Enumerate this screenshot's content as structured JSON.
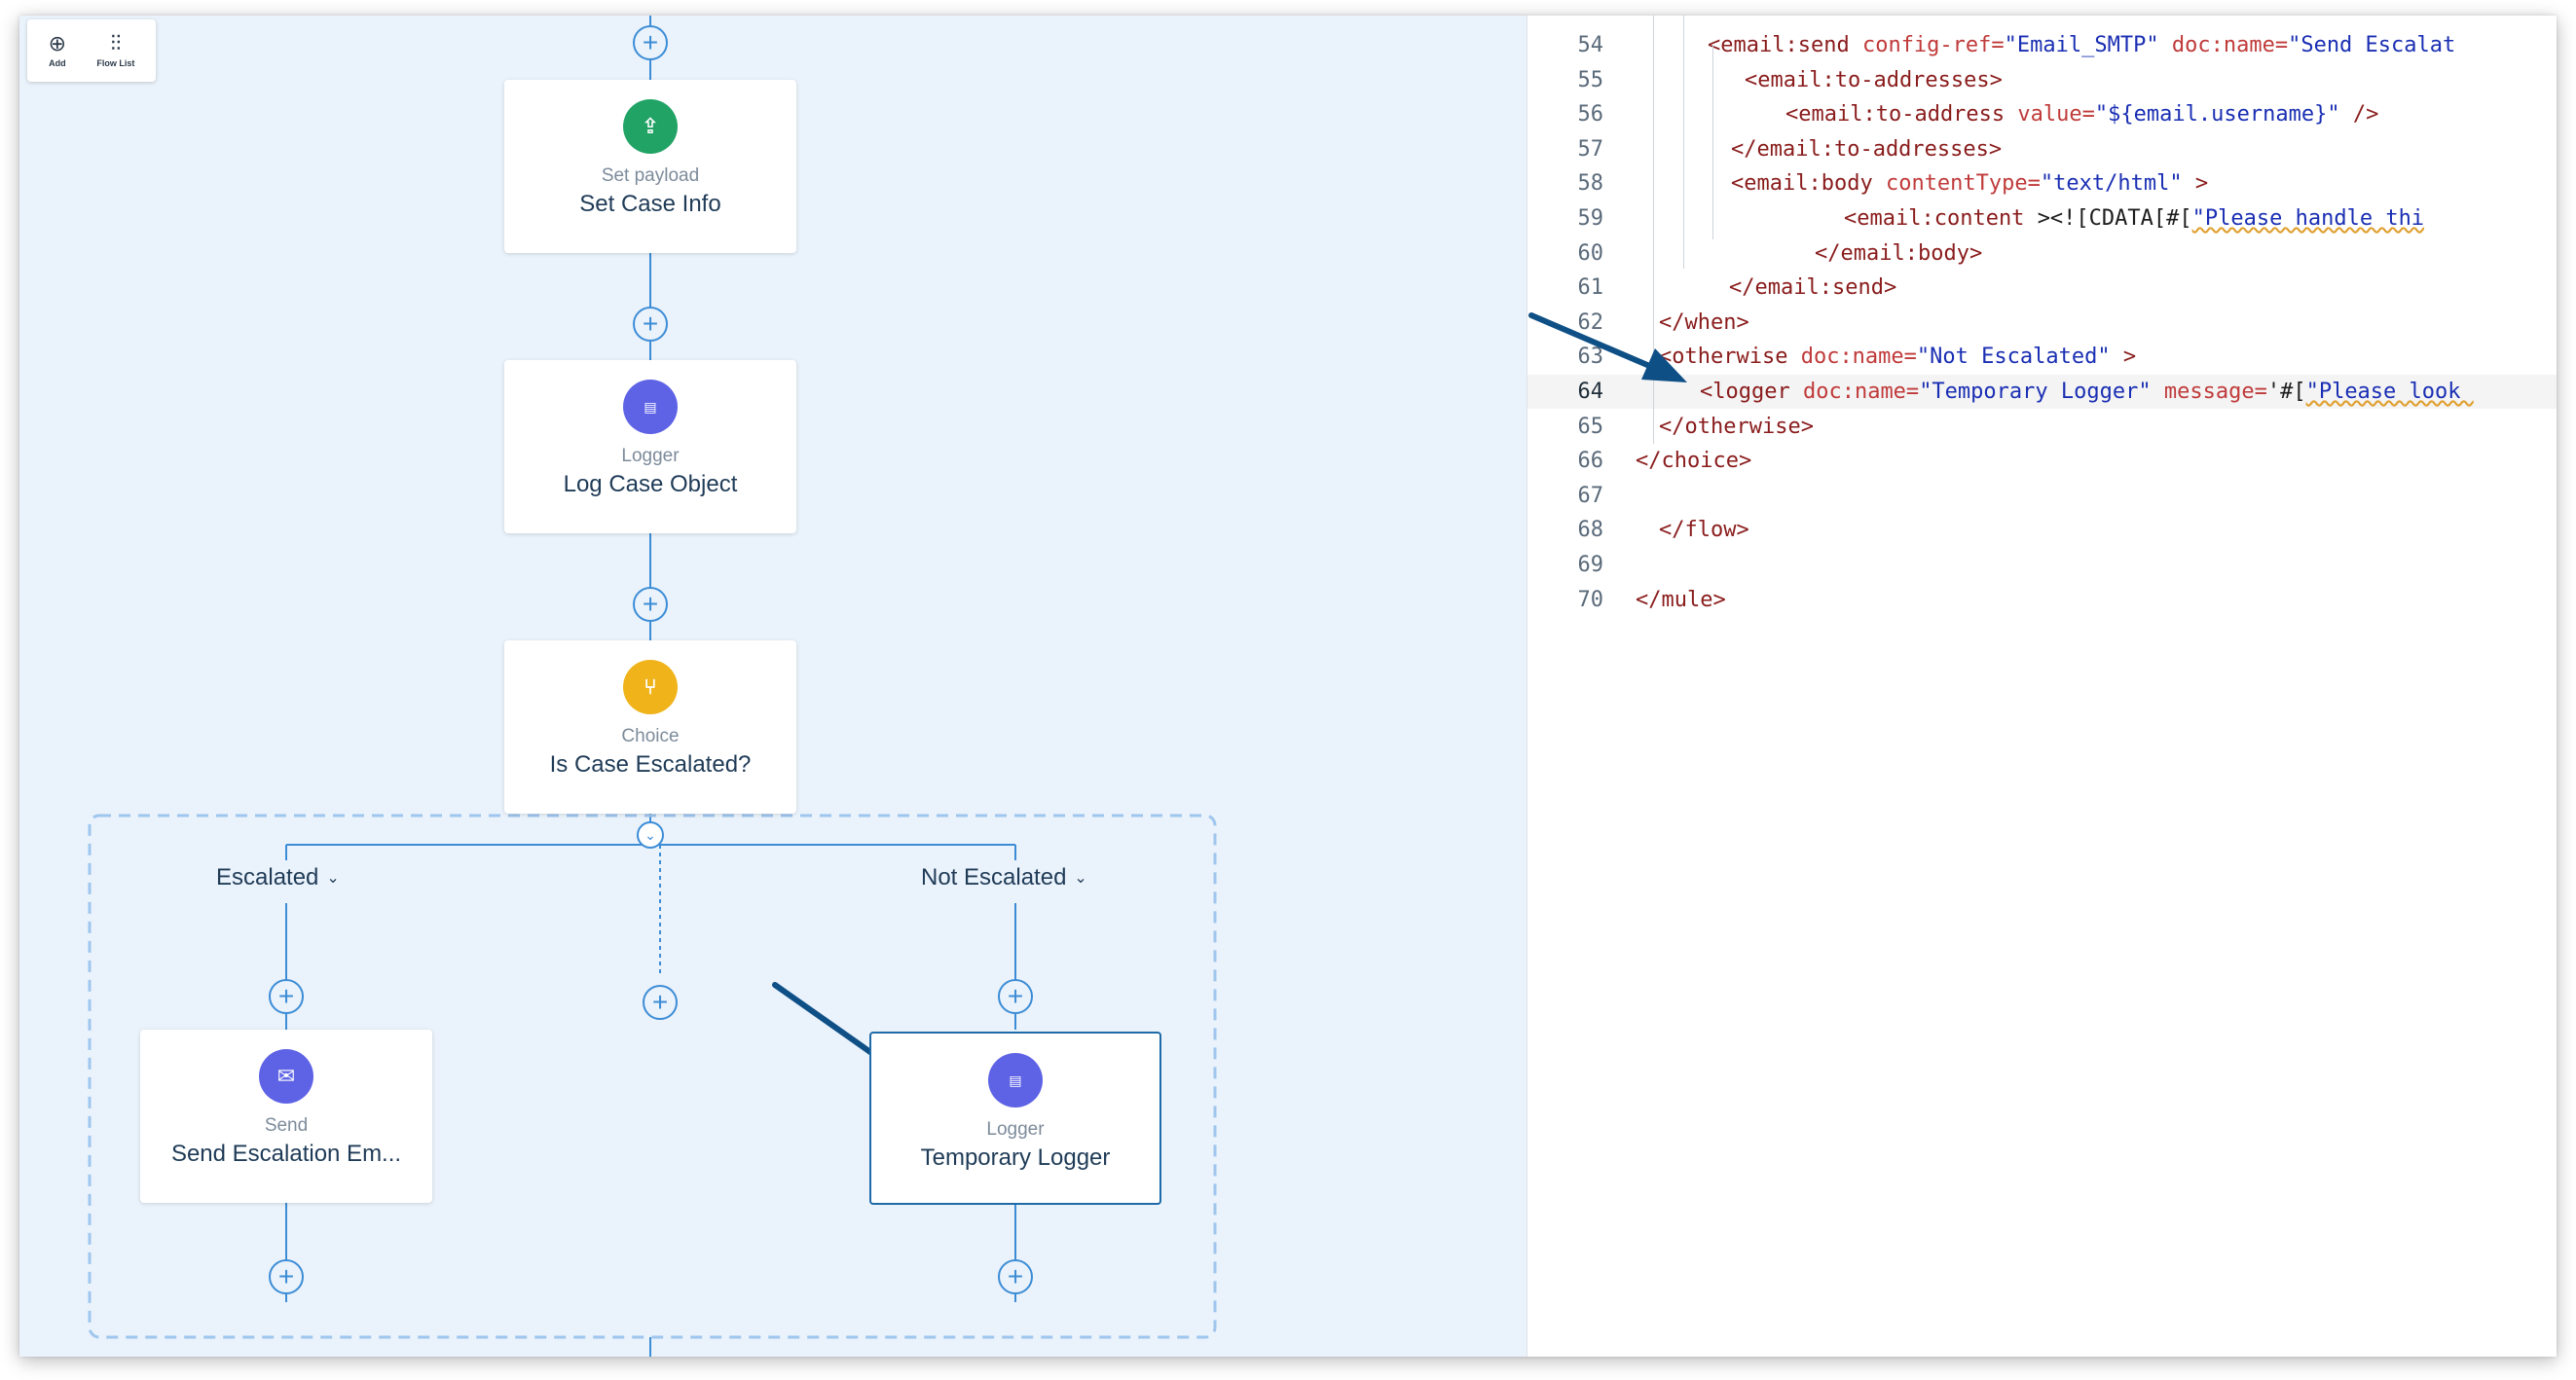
{
  "toolbar": {
    "add_label": "Add",
    "flow_list_label": "Flow List"
  },
  "nodes": {
    "set_payload": {
      "type": "Set payload",
      "name": "Set Case Info",
      "icon": "upload-icon",
      "color": "#21a366"
    },
    "logger1": {
      "type": "Logger",
      "name": "Log Case Object",
      "icon": "logger-icon",
      "color": "#5e63e6"
    },
    "choice": {
      "type": "Choice",
      "name": "Is Case Escalated?",
      "icon": "choice-icon",
      "color": "#f0b31a"
    },
    "send": {
      "type": "Send",
      "name": "Send Escalation Em...",
      "icon": "mail-icon",
      "color": "#5e63e6"
    },
    "logger2": {
      "type": "Logger",
      "name": "Temporary Logger",
      "icon": "logger-icon",
      "color": "#5e63e6"
    }
  },
  "branches": {
    "escalated": "Escalated",
    "not_escalated": "Not Escalated"
  },
  "code": {
    "current_line": 64,
    "lines": [
      {
        "num": "54",
        "indent": 1,
        "parts": [
          [
            "tg",
            "<email:send "
          ],
          [
            "at",
            "config-ref="
          ],
          [
            "vl",
            "\"Email_SMTP\""
          ],
          [
            "pl",
            " "
          ],
          [
            "at",
            "doc:name="
          ],
          [
            "vl",
            "\"Send Escalat"
          ]
        ]
      },
      {
        "num": "55",
        "indent": 2,
        "parts": [
          [
            "tg",
            "<email:to-addresses>"
          ]
        ]
      },
      {
        "num": "56",
        "indent": 3,
        "parts": [
          [
            "tg",
            "<email:to-address "
          ],
          [
            "at",
            "value="
          ],
          [
            "vl",
            "\"${email.username}\""
          ],
          [
            "pl",
            " "
          ],
          [
            "tg",
            "/>"
          ]
        ]
      },
      {
        "num": "57",
        "indent": 2,
        "parts": [
          [
            "tg",
            "</email:to-addresses>"
          ]
        ]
      },
      {
        "num": "58",
        "indent": 2,
        "parts": [
          [
            "tg",
            "<email:body "
          ],
          [
            "at",
            "contentType="
          ],
          [
            "vl",
            "\"text/html\""
          ],
          [
            "pl",
            " "
          ],
          [
            "tg",
            ">"
          ]
        ]
      },
      {
        "num": "59",
        "indent": 3,
        "parts": [
          [
            "tg",
            "<email:content "
          ],
          [
            "pl",
            "><![CDATA[#["
          ],
          [
            "vl",
            "\"Please handle thi"
          ]
        ]
      },
      {
        "num": "60",
        "indent": 3,
        "parts": [
          [
            "tg",
            "</email:body>"
          ]
        ]
      },
      {
        "num": "61",
        "indent": 2,
        "parts": [
          [
            "tg",
            "</email:send>"
          ]
        ]
      },
      {
        "num": "62",
        "indent": 0,
        "parts": [
          [
            "tg",
            "</when>"
          ]
        ]
      },
      {
        "num": "63",
        "indent": 0,
        "parts": [
          [
            "tg",
            "<otherwise "
          ],
          [
            "at",
            "doc:name="
          ],
          [
            "vl",
            "\"Not Escalated\""
          ],
          [
            "pl",
            " "
          ],
          [
            "tg",
            ">"
          ]
        ]
      },
      {
        "num": "64",
        "indent": 1,
        "parts": [
          [
            "tg",
            "<logger "
          ],
          [
            "at",
            "doc:name="
          ],
          [
            "vl",
            "\"Temporary Logger\""
          ],
          [
            "pl",
            " "
          ],
          [
            "at",
            "message="
          ],
          [
            "pl",
            "'#["
          ],
          [
            "vl",
            "\"Please look "
          ]
        ]
      },
      {
        "num": "65",
        "indent": 0,
        "parts": [
          [
            "tg",
            "</otherwise>"
          ]
        ]
      },
      {
        "num": "66",
        "indent": -1,
        "parts": [
          [
            "tg",
            "</choice>"
          ]
        ]
      },
      {
        "num": "67",
        "indent": -1,
        "parts": []
      },
      {
        "num": "68",
        "indent": 0,
        "parts": [
          [
            "tg",
            "</flow>"
          ]
        ]
      },
      {
        "num": "69",
        "indent": -1,
        "parts": []
      },
      {
        "num": "70",
        "indent": -1,
        "parts": [
          [
            "tg",
            "</mule>"
          ]
        ]
      }
    ]
  },
  "colors": {
    "accent": "#3c8dd6",
    "arrow": "#0e4f86",
    "canvas_bg": "#eaf2fb"
  }
}
